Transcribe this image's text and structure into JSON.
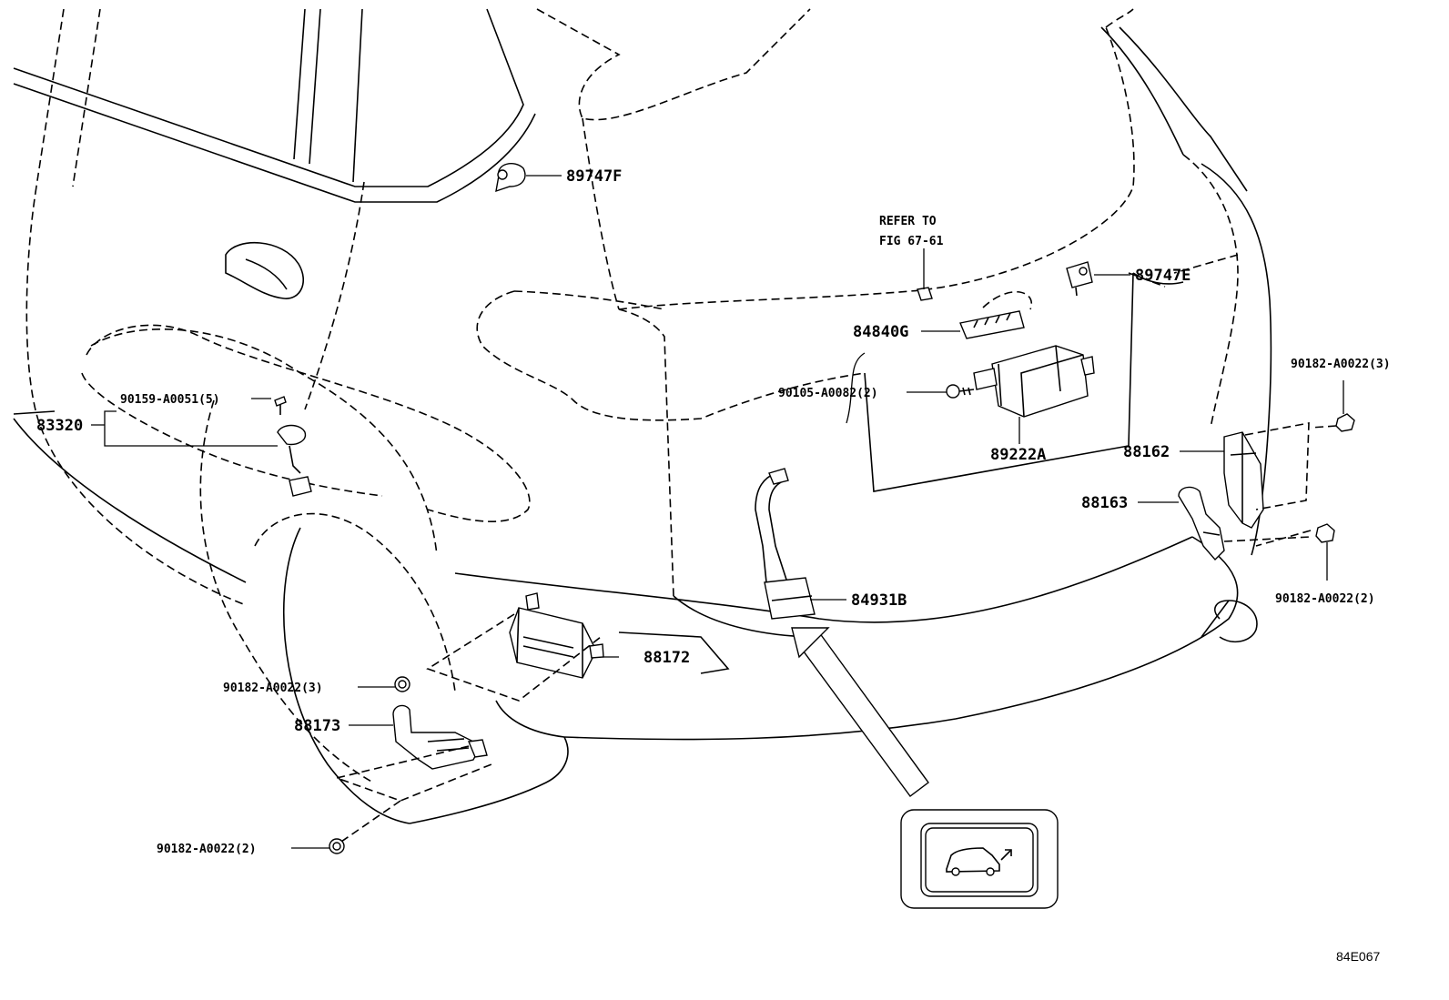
{
  "callouts": {
    "p89747F": "89747F",
    "refer_line1": "REFER TO",
    "refer_line2": "FIG 67-61",
    "p89747E": "89747E",
    "p84840G": "84840G",
    "p90182_tr": "90182-A0022(3)",
    "p90105": "90105-A0082(2)",
    "p90159": "90159-A0051(5)",
    "p83320": "83320",
    "p89222A": "89222A",
    "p88162": "88162",
    "p88163": "88163",
    "p84931B": "84931B",
    "p90182_r": "90182-A0022(2)",
    "p88172": "88172",
    "p90182_l3": "90182-A0022(3)",
    "p88173": "88173",
    "p90182_l2": "90182-A0022(2)"
  },
  "figure_code": "84E067",
  "icons": {
    "switch_symbol": "power-back-door-switch-icon"
  }
}
